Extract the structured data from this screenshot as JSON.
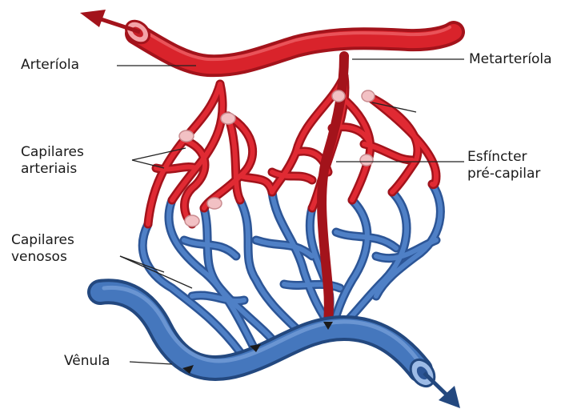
{
  "labels": {
    "arteriola": "Arteríola",
    "metarteriola": "Metarteríola",
    "capilares_arteriais": [
      "Capilares",
      "arteriais"
    ],
    "esfincter": [
      "Esfíncter",
      "pré-capilar"
    ],
    "capilares_venosos": [
      "Capilares",
      "venosos"
    ],
    "venula": "Vênula"
  },
  "colors": {
    "arterial": "#d8232c",
    "arterial_dark": "#a3131b",
    "venous": "#3f6fb5",
    "venous_dark": "#23487f",
    "sphincter": "#f2c1c4",
    "leader_line": "#222222"
  }
}
